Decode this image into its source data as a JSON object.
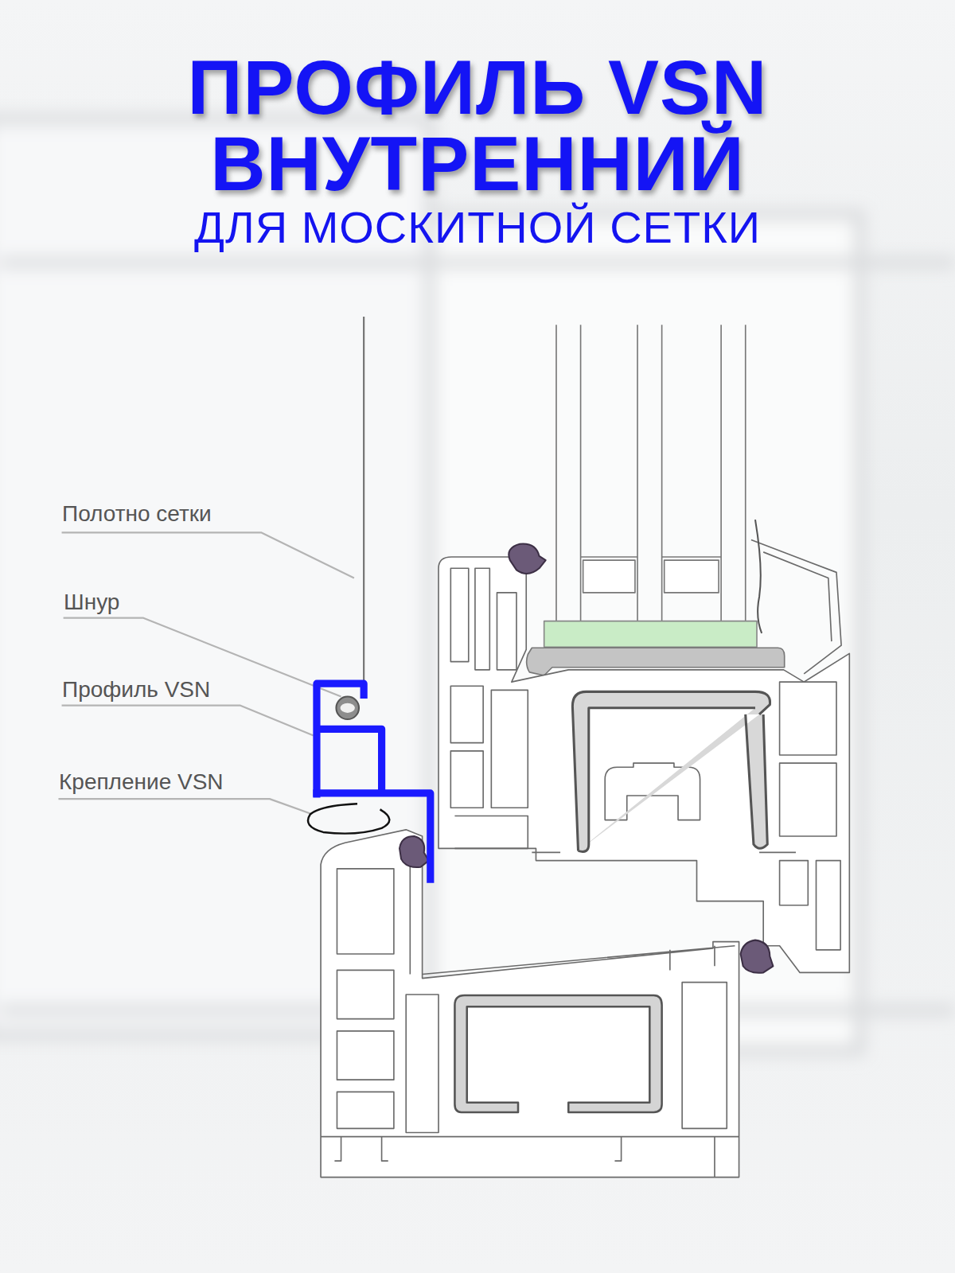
{
  "diagram": {
    "title": "ПРОФИЛЬ VSN ВНУТРЕННИЙ",
    "labels": [
      "ДЛЯ МОСКИТНОЙ СЕТКИ",
      "Полотно сетки",
      "Шнур",
      "Профиль VSN",
      "Крепление VSN"
    ]
  }
}
